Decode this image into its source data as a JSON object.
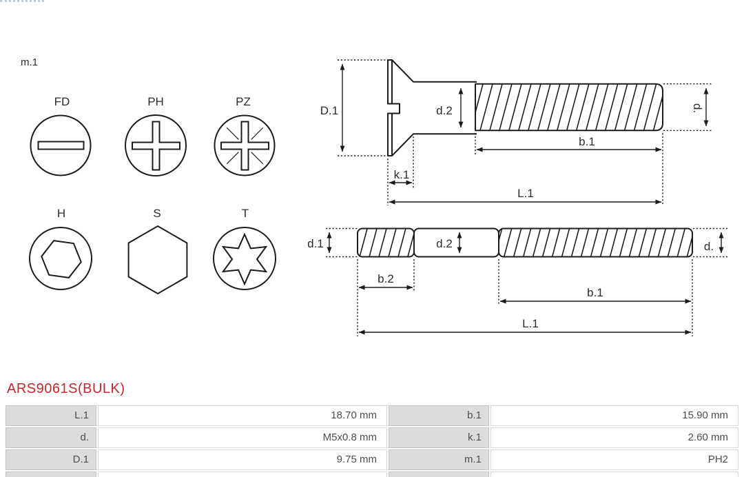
{
  "colors": {
    "title_red": "#c1272d",
    "line": "#1b1b1b",
    "table_label_bg": "#dcdcdc"
  },
  "drive_label": "m.1",
  "drive_icons": {
    "items": [
      {
        "code": "FD"
      },
      {
        "code": "PH"
      },
      {
        "code": "PZ"
      },
      {
        "code": "H"
      },
      {
        "code": "S"
      },
      {
        "code": "T"
      }
    ]
  },
  "top_drawing": {
    "labels": {
      "D1": "D.1",
      "d2": "d.2",
      "d": "d.",
      "b1": "b.1",
      "k1": "k.1",
      "L1": "L.1"
    }
  },
  "bottom_drawing": {
    "labels": {
      "d1": "d.1",
      "d2": "d.2",
      "d": "d.",
      "b2": "b.2",
      "b1": "b.1",
      "L1": "L.1"
    }
  },
  "part_number": "ARS9061S(BULK)",
  "spec_table": {
    "rows": [
      {
        "c1_label": "L.1",
        "c1_value": "18.70 mm",
        "c2_label": "b.1",
        "c2_value": "15.90 mm"
      },
      {
        "c1_label": "d.",
        "c1_value": "M5x0.8 mm",
        "c2_label": "k.1",
        "c2_value": "2.60 mm"
      },
      {
        "c1_label": "D.1",
        "c1_value": "9.75 mm",
        "c2_label": "m.1",
        "c2_value": "PH2"
      }
    ]
  }
}
